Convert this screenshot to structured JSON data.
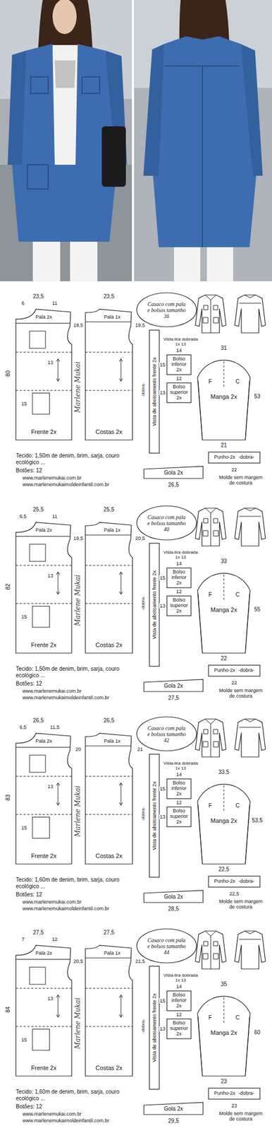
{
  "diagram": {
    "nodes": [
      {
        "text": [
          "Casaco com pala e bolsos tamanho 36"
        ]
      },
      {
        "text": [
          "Frente 2x"
        ]
      },
      {
        "text": [
          "Costas 2x"
        ]
      },
      {
        "text": [
          "Vista de abotoamento frente 2x"
        ]
      },
      {
        "text": [
          "Bolso inferior 2x"
        ]
      },
      {
        "text": [
          "Bolso superior 2x"
        ]
      },
      {
        "text": [
          "Manga 2x"
        ]
      },
      {
        "text": [
          "Gola 2x"
        ]
      },
      {
        "text": [
          "Punho-2x",
          "-dobra-"
        ]
      },
      {
        "text": [
          "Casaco com pala e bolsos tamanho 40"
        ]
      },
      {
        "text": [
          "Frente 2x"
        ]
      },
      {
        "text": [
          "Costas 2x"
        ]
      },
      {
        "text": [
          "Vista de abotoamento frente 2x"
        ]
      },
      {
        "text": [
          "Bolso inferior 2x"
        ]
      },
      {
        "text": [
          "Bolso superior 2x"
        ]
      },
      {
        "text": [
          "Manga 2x"
        ]
      },
      {
        "text": [
          "Gola 2x"
        ]
      },
      {
        "text": [
          "Punho-2x",
          "-dobra-"
        ]
      },
      {
        "text": [
          "Casaco com pala e bolsos tamanho 42"
        ]
      },
      {
        "text": [
          "Frente 2x"
        ]
      },
      {
        "text": [
          "Costas 2x"
        ]
      },
      {
        "text": [
          "Vista de abotoamento frente 2x"
        ]
      },
      {
        "text": [
          "Bolso inferior 2x"
        ]
      },
      {
        "text": [
          "Bolso superior 2x"
        ]
      },
      {
        "text": [
          "Manga 2x"
        ]
      },
      {
        "text": [
          "Gola 2x"
        ]
      },
      {
        "text": [
          "Punho-2x",
          "-dobra-"
        ]
      },
      {
        "text": [
          "Casaco com pala e bolsos tamanho 44"
        ]
      },
      {
        "text": [
          "Frente 2x"
        ]
      },
      {
        "text": [
          "Costas 2x"
        ]
      },
      {
        "text": [
          "Vista de abotoamento frente 2x"
        ]
      },
      {
        "text": [
          "Bolso inferior 2x"
        ]
      },
      {
        "text": [
          "Bolso superior 2x"
        ]
      },
      {
        "text": [
          "Manga 2x"
        ]
      },
      {
        "text": [
          "Gola 2x"
        ]
      },
      {
        "text": [
          "Punho-2x",
          "-dobra-"
        ]
      }
    ],
    "labels": [
      "23,5",
      "6",
      "11",
      "80",
      "18,5",
      "15",
      "13",
      "Pala 2x",
      "23,5",
      "Pala 1x",
      "19,5",
      "Marlene Mukai",
      "-dobra-",
      "Vista-tira dobrada 1x 13",
      "14",
      "15",
      "12",
      "13",
      "31",
      "53",
      "21",
      "F",
      "C",
      "26,5",
      "22",
      "Molde sem margem de costura",
      "Tecido: 1,50m de denim, brim, sarja, couro ecológico ...",
      "Botões: 12",
      "www.marlenemukai.com.br",
      "www.marlenemukaimoldeinfantil.com.br",
      "25,5",
      "6,5",
      "11",
      "82",
      "19,5",
      "15",
      "13",
      "Pala 2x",
      "25,5",
      "Pala 1x",
      "20,5",
      "Marlene Mukai",
      "-dobra-",
      "Vista-tira dobrada 1x 13",
      "14",
      "15",
      "12",
      "13",
      "33",
      "55",
      "22",
      "F",
      "C",
      "27,5",
      "22",
      "Molde sem margem de costura",
      "Tecido: 1,50m de denim, brim, sarja, couro ecológico ...",
      "Botões: 12",
      "www.marlenemukai.com.br",
      "www.marlenemukaimoldeinfantil.com.br",
      "26,5",
      "6,5",
      "11,5",
      "83",
      "20",
      "15",
      "13",
      "Pala 2x",
      "26,5",
      "Pala 1x",
      "21",
      "Marlene Mukai",
      "-dobra-",
      "Vista-tira dobrada 1x 13",
      "14",
      "15",
      "12",
      "13",
      "33,5",
      "53,5",
      "22,5",
      "F",
      "C",
      "28,5",
      "22,5",
      "Molde sem margem de costura",
      "Tecido: 1,60m de denim, brim, sarja, couro ecológico ...",
      "Botões: 12",
      "www.marlenemukai.com.br",
      "www.marlenemukaimoldeinfantil.com.br",
      "27,5",
      "7",
      "12",
      "84",
      "20,5",
      "15",
      "13",
      "Pala 2x",
      "27,5",
      "Pala 1x",
      "21,5",
      "Marlene Mukai",
      "-dobra-",
      "Vista-tira dobrada 1x 13",
      "14",
      "15",
      "12",
      "13",
      "35",
      "60",
      "23",
      "F",
      "C",
      "29,5",
      "23",
      "Molde sem margem de costura",
      "Tecido: 1,60m de denim, brim, sarja, couro ecológico ...",
      "Botões: 12",
      "www.marlenemukai.com.br",
      "www.marlenemukaimoldeinfantil.com.br"
    ]
  }
}
